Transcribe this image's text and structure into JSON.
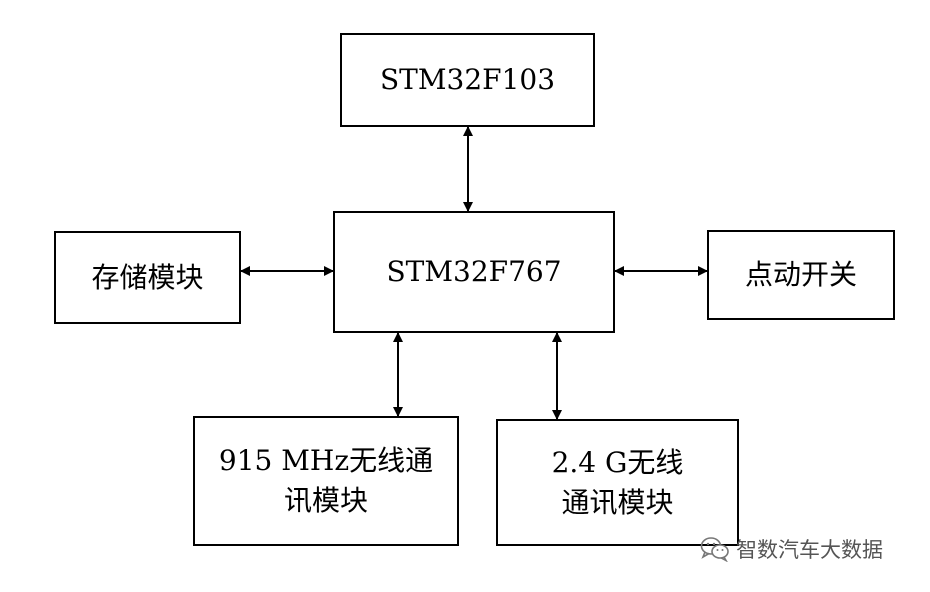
{
  "blocks": {
    "f103": "STM32F103",
    "f767": "STM32F767",
    "storage": "存储模块",
    "switch": "点动开关",
    "wireless915": [
      "915 MHz无线通",
      "讯模块"
    ],
    "wireless24g": [
      "2.4 G无线",
      "通讯模块"
    ]
  },
  "watermark": {
    "text": "智数汽车大数据",
    "icon": "wechat-icon"
  }
}
